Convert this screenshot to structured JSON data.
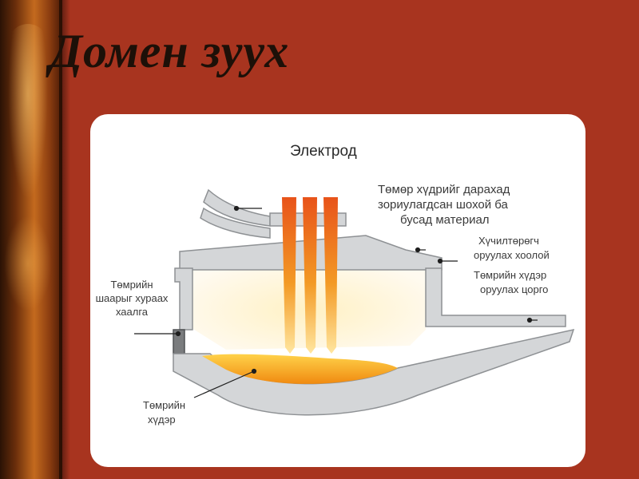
{
  "slide": {
    "title": "Домен зуух"
  },
  "diagram": {
    "labels": {
      "electrode": "Электрод",
      "material_line1": "Төмөр хүдрийг дарахад",
      "material_line2": "зориулагдсан шохой ба",
      "material_line3": "бусад материал",
      "exhaust_line1": "Хүчилтөрөгч",
      "exhaust_line2": "оруулах хоолой",
      "ore_line1": "Төмрийн хүдэр",
      "ore_line2": "оруулах цорго",
      "door_line1": "Төмрийн",
      "door_line2": "шаарыг хураах",
      "door_line3": "хаалга",
      "iron_line1": "Төмрийн",
      "iron_line2": "хүдэр"
    },
    "colors": {
      "background": "#a8341f",
      "card": "#ffffff",
      "furnace_wall": "#d4d6d8",
      "wall_outline": "#8e9194",
      "inner_glow": "#fff6d8",
      "electrode": "#f08a1c",
      "molten": "#f6a51d"
    }
  }
}
